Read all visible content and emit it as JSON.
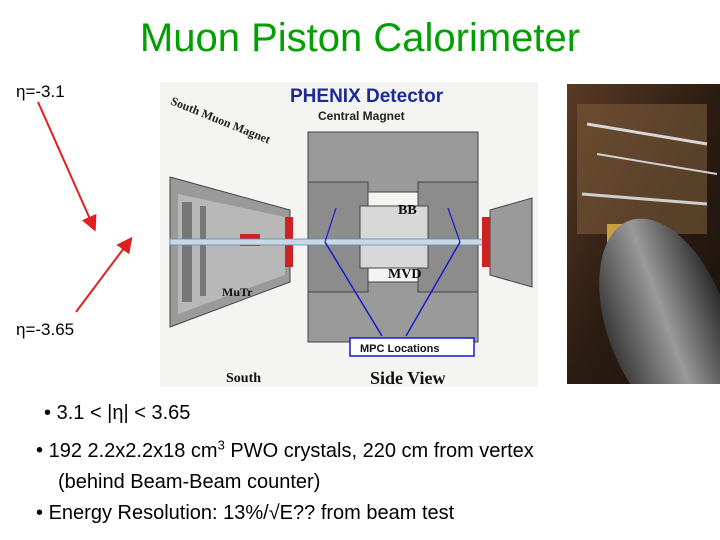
{
  "slide": {
    "title": "Muon Piston Calorimeter",
    "eta_top": "η=-3.1",
    "eta_bottom": "η=-3.65"
  },
  "diagram": {
    "title": "PHENIX Detector",
    "central_magnet": "Central Magnet",
    "south_muon_magnet": "South Muon Magnet",
    "bb": "BB",
    "mvd": "MVD",
    "mutr": "MuTr",
    "mpc_locations": "MPC Locations",
    "south": "South",
    "side_view": "Side View"
  },
  "bullets": {
    "b1_bullet": "•",
    "b1": "3.1 < |η| < 3.65",
    "b2_bullet": "•",
    "b2_pre": "192  2.2x2.2x18 cm",
    "b2_sup": "3",
    "b2_post": " PWO crystals, 220 cm from vertex",
    "b2_cont": "(behind Beam-Beam counter)",
    "b3_bullet": "•",
    "b3": "Energy Resolution:  13%/√E??  from beam test"
  },
  "colors": {
    "title": "#00a000",
    "arrow": "#e02020",
    "diagram_title": "#1a2a9a",
    "blue_lines": "#1a1acc",
    "gray_body": "#8c8c8c"
  }
}
